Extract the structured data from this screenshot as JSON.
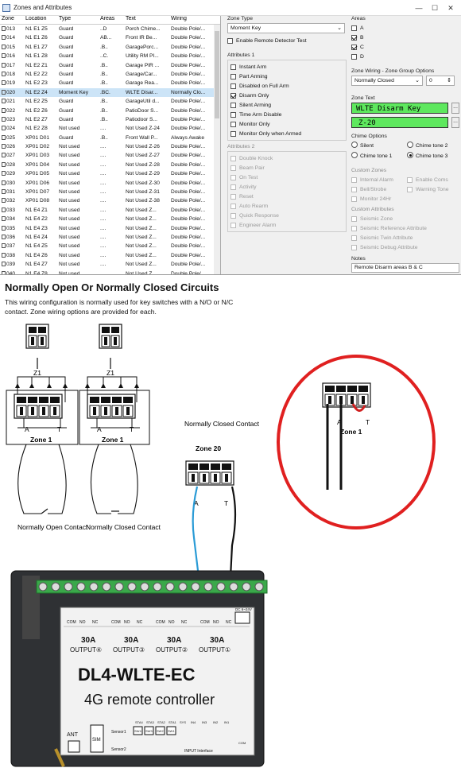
{
  "window": {
    "title": "Zones and Attributes",
    "controls": {
      "minimize": "—",
      "maximize": "☐",
      "close": "✕"
    }
  },
  "grid": {
    "columns": [
      "Zone",
      "Location",
      "Type",
      "Areas",
      "Text",
      "Wiring"
    ],
    "rows": [
      [
        "013",
        "N1 E1 Z5",
        "Guard",
        "..D",
        "Porch Chime...",
        "Double Pole/..."
      ],
      [
        "014",
        "N1 E1 Z6",
        "Guard",
        "AB...",
        "Front IR Be...",
        "Double Pole/..."
      ],
      [
        "015",
        "N1 E1 Z7",
        "Guard",
        ".B..",
        "GaragePorc...",
        "Double Pole/..."
      ],
      [
        "016",
        "N1 E1 Z8",
        "Guard",
        "..C.",
        "Utility RM PI...",
        "Double Pole/..."
      ],
      [
        "017",
        "N1 E2 Z1",
        "Guard",
        ".B..",
        "Garage PIR ...",
        "Double Pole/..."
      ],
      [
        "018",
        "N1 E2 Z2",
        "Guard",
        ".B..",
        "Garage/Car...",
        "Double Pole/..."
      ],
      [
        "019",
        "N1 E2 Z3",
        "Guard",
        ".B..",
        "Garage Rea...",
        "Double Pole/..."
      ],
      [
        "020",
        "N1 E2 Z4",
        "Moment Key",
        ".BC.",
        "WLTE Disar...",
        "Normally Clo..."
      ],
      [
        "021",
        "N1 E2 Z5",
        "Guard",
        ".B..",
        "GarageUtil d...",
        "Double Pole/..."
      ],
      [
        "022",
        "N1 E2 Z6",
        "Guard",
        ".B..",
        "PatioDoor S...",
        "Double Pole/..."
      ],
      [
        "023",
        "N1 E2 Z7",
        "Guard",
        ".B..",
        "Patiodoor S...",
        "Double Pole/..."
      ],
      [
        "024",
        "N1 E2 Z8",
        "Not used",
        "....",
        "Not Used Z-24",
        "Double Pole/..."
      ],
      [
        "025",
        "XP01 D01",
        "Guard",
        ".B..",
        "Front Wall P...",
        "Always Awake"
      ],
      [
        "026",
        "XP01 D02",
        "Not used",
        "....",
        "Not Used Z-26",
        "Double Pole/..."
      ],
      [
        "027",
        "XP01 D03",
        "Not used",
        "....",
        "Not Used Z-27",
        "Double Pole/..."
      ],
      [
        "028",
        "XP01 D04",
        "Not used",
        "....",
        "Not Used Z-28",
        "Double Pole/..."
      ],
      [
        "029",
        "XP01 D05",
        "Not used",
        "....",
        "Not Used Z-29",
        "Double Pole/..."
      ],
      [
        "030",
        "XP01 D06",
        "Not used",
        "....",
        "Not Used Z-30",
        "Double Pole/..."
      ],
      [
        "031",
        "XP01 D07",
        "Not used",
        "....",
        "Not Used Z-31",
        "Double Pole/..."
      ],
      [
        "032",
        "XP01 D08",
        "Not used",
        "....",
        "Not Used Z-38",
        "Double Pole/..."
      ],
      [
        "033",
        "N1 E4 Z1",
        "Not used",
        "....",
        "Not Used Z...",
        "Double Pole/..."
      ],
      [
        "034",
        "N1 E4 Z2",
        "Not used",
        "....",
        "Not Used Z...",
        "Double Pole/..."
      ],
      [
        "035",
        "N1 E4 Z3",
        "Not used",
        "....",
        "Not Used Z...",
        "Double Pole/..."
      ],
      [
        "036",
        "N1 E4 Z4",
        "Not used",
        "....",
        "Not Used Z...",
        "Double Pole/..."
      ],
      [
        "037",
        "N1 E4 Z5",
        "Not used",
        "....",
        "Not Used Z...",
        "Double Pole/..."
      ],
      [
        "038",
        "N1 E4 Z6",
        "Not used",
        "....",
        "Not Used Z...",
        "Double Pole/..."
      ],
      [
        "039",
        "N1 E4 Z7",
        "Not used",
        "....",
        "Not Used Z...",
        "Double Pole/..."
      ],
      [
        "040",
        "N1 E4 Z8",
        "Not used",
        "....",
        "Not Used Z...",
        "Double Pole/..."
      ]
    ],
    "selected_zone": "020"
  },
  "zone_type": {
    "label": "Zone Type",
    "value": "Moment Key",
    "remote_detector_label": "Enable Remote Detector Test",
    "remote_detector_checked": false
  },
  "attributes1": {
    "label": "Attributes 1",
    "items": [
      {
        "label": "Instant Arm",
        "checked": false
      },
      {
        "label": "Part Arming",
        "checked": false
      },
      {
        "label": "Disabled on Full Arm",
        "checked": false
      },
      {
        "label": "Disarm Only",
        "checked": true
      },
      {
        "label": "Silent Arming",
        "checked": false
      },
      {
        "label": "Time Arm Disable",
        "checked": false
      },
      {
        "label": "Monitor Only",
        "checked": false
      },
      {
        "label": "Monitor Only when Armed",
        "checked": false
      }
    ]
  },
  "attributes2": {
    "label": "Attributes 2",
    "items": [
      "Double Knock",
      "Beam Pair",
      "On Test",
      "Activity",
      "Reset",
      "Auto Rearm",
      "Quick Response",
      "Engineer Alarm"
    ]
  },
  "areas": {
    "label": "Areas",
    "items": [
      {
        "label": "A",
        "checked": false
      },
      {
        "label": "B",
        "checked": true
      },
      {
        "label": "C",
        "checked": true
      },
      {
        "label": "D",
        "checked": false
      }
    ]
  },
  "zone_wiring": {
    "label": "Zone Wiring - Zone Group Options",
    "value": "Normally Closed",
    "group": "0"
  },
  "zone_text": {
    "label": "Zone Text",
    "line1": "WLTE Disarm Key",
    "line2": "Z-20",
    "more": "..."
  },
  "chime": {
    "label": "Chime Options",
    "options": [
      "Silent",
      "Chime tone 2",
      "Chime tone 1",
      "Chime tone 3"
    ],
    "selected": "Chime tone 3"
  },
  "custom_zones": {
    "label": "Custom Zones",
    "items": [
      "Internal Alarm",
      "Enable Coms",
      "Bell/Strobe",
      "Warning Tone",
      "Monitor 24Hr"
    ]
  },
  "custom_attributes": {
    "label": "Custom Attributes",
    "items": [
      "Seismic Zone",
      "Seismic Reference Attribute",
      "Seismic Twin Attribute",
      "Seismic Debug Attribute"
    ]
  },
  "notes": {
    "label": "Notes",
    "value": "Remote Disarm areas B & C"
  },
  "doc": {
    "title": "Normally Open Or Normally Closed Circuits",
    "subtitle": "This wiring configuration is normally used for key switches with a N/O or N/C contact. Zone wiring options are provided for each.",
    "z1_label": "Z1",
    "zone1_label": "Zone 1",
    "a_label": "A",
    "t_label": "T",
    "no_contact": "Normally Open Contact",
    "nc_contact": "Normally Closed Contact",
    "nc_contact_top": "Normally Closed Contact",
    "zone20_label": "Zone 20",
    "controller": {
      "model": "DL4-WLTE-EC",
      "tagline": "4G remote controller",
      "outputs": [
        {
          "amp": "30A",
          "name": "OUTPUT④"
        },
        {
          "amp": "30A",
          "name": "OUTPUT③"
        },
        {
          "amp": "30A",
          "name": "OUTPUT②"
        },
        {
          "amp": "30A",
          "name": "OUTPUT①"
        }
      ],
      "terminal_labels": [
        "COM",
        "NO",
        "NC",
        "COM",
        "NO",
        "NC",
        "COM",
        "NO",
        "NC",
        "COM",
        "NO",
        "NC"
      ],
      "power_label": "DC 6~24V",
      "ant_label": "ANT",
      "sim_label": "SIM",
      "sensor1": "Sensor1",
      "sensor2": "Sensor2",
      "sw_labels": [
        "SW4",
        "SW3",
        "SW2",
        "SW1"
      ],
      "sta_labels": [
        "STA4",
        "STA3",
        "STA2",
        "STA1",
        "SYS"
      ],
      "input_labels": [
        "IN4",
        "IN3",
        "IN2",
        "IN1"
      ],
      "input_interface": "INPUT Interface",
      "com_label": "COM"
    }
  }
}
